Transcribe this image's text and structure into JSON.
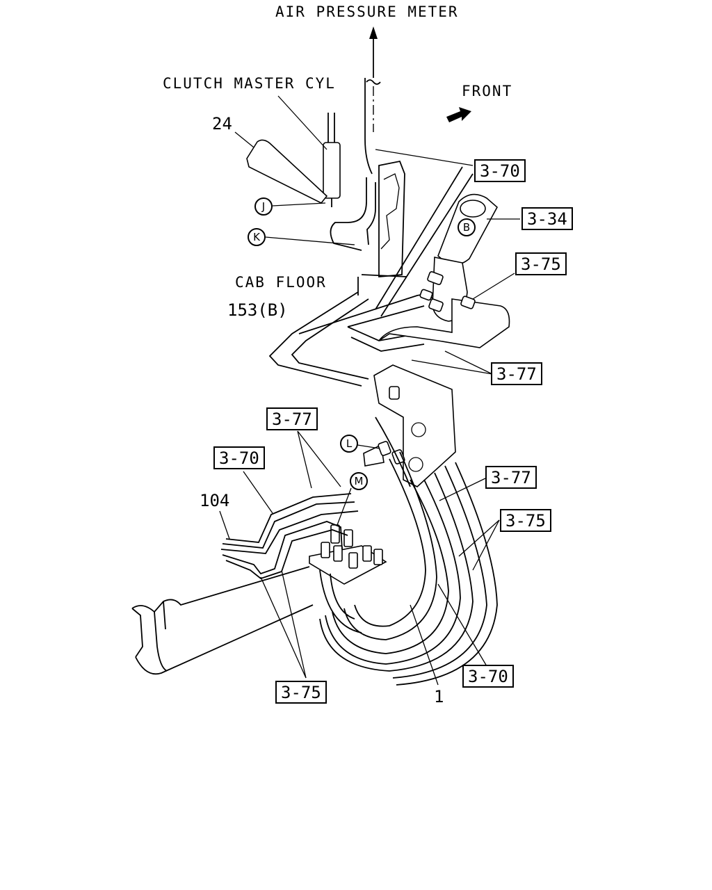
{
  "texts": {
    "air_pressure_meter": "AIR PRESSURE METER",
    "clutch_master_cyl": "CLUTCH MASTER CYL",
    "front": "FRONT",
    "cab_floor": "CAB FLOOR"
  },
  "part_numbers": {
    "p24": "24",
    "p153b": "153(B)",
    "p104": "104",
    "p1": "1"
  },
  "refs": {
    "r370_top": "3-70",
    "r334": "3-34",
    "r375_right": "3-75",
    "r377_right_upper": "3-77",
    "r377_left": "3-77",
    "r370_left": "3-70",
    "r377_right_lower": "3-77",
    "r375_right_lower": "3-75",
    "r370_bottom": "3-70",
    "r375_bottom": "3-75"
  },
  "callouts": {
    "j": "J",
    "k": "K",
    "l": "L",
    "m": "M",
    "b": "B"
  }
}
